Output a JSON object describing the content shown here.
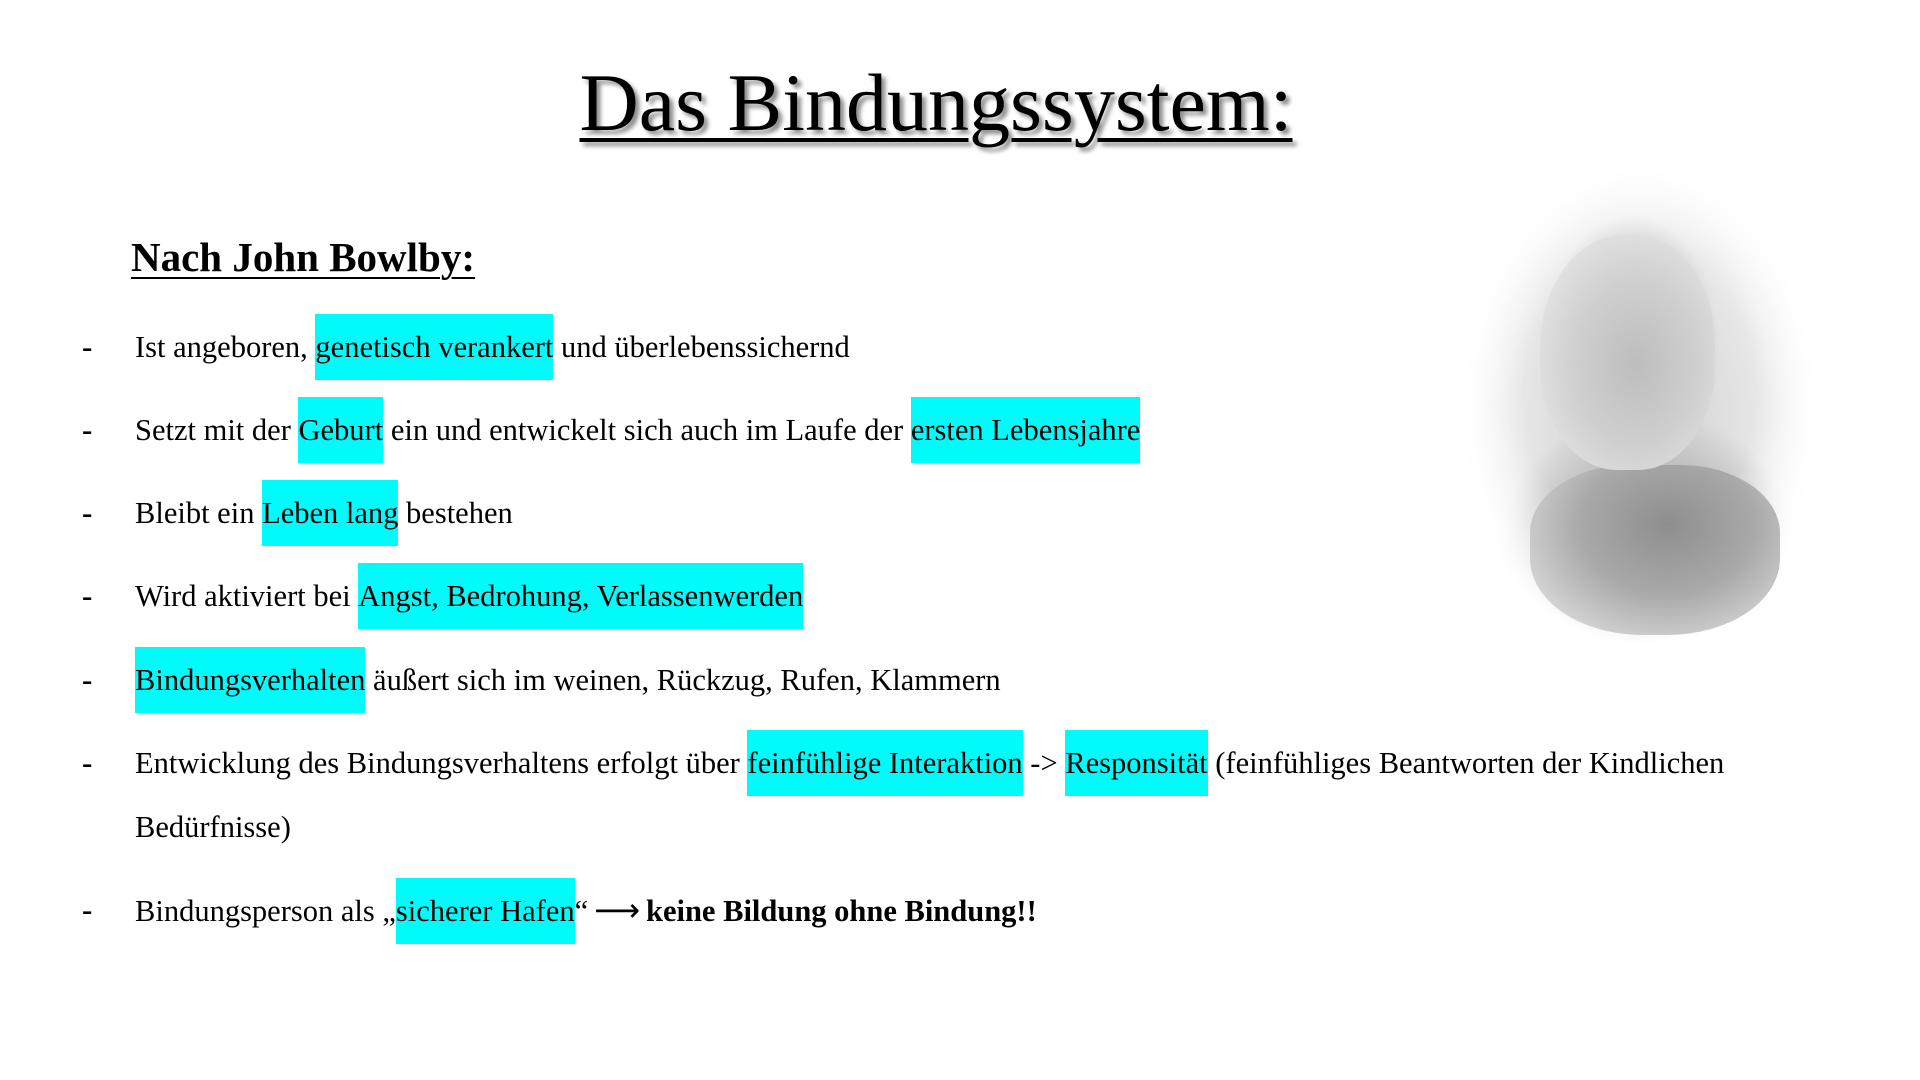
{
  "title": "Das Bindungssystem:",
  "subtitle": "Nach John Bowlby:",
  "bullet_marker": "-",
  "highlight_color": "#00FFFF",
  "bullets": [
    {
      "parts": [
        {
          "text": "Ist angeboren, ",
          "highlight": false
        },
        {
          "text": "genetisch verankert",
          "highlight": true
        },
        {
          "text": " und überlebenssichernd",
          "highlight": false
        }
      ]
    },
    {
      "parts": [
        {
          "text": "Setzt mit der ",
          "highlight": false
        },
        {
          "text": "Geburt",
          "highlight": true
        },
        {
          "text": " ein und entwickelt sich auch im Laufe der ",
          "highlight": false
        },
        {
          "text": "ersten Lebensjahre",
          "highlight": true
        }
      ]
    },
    {
      "parts": [
        {
          "text": "Bleibt ein ",
          "highlight": false
        },
        {
          "text": "Leben lang",
          "highlight": true
        },
        {
          "text": " bestehen",
          "highlight": false
        }
      ]
    },
    {
      "parts": [
        {
          "text": "Wird aktiviert bei ",
          "highlight": false
        },
        {
          "text": "Angst, Bedrohung, Verlassenwerden",
          "highlight": true
        }
      ]
    },
    {
      "parts": [
        {
          "text": "Bindungsverhalten",
          "highlight": true
        },
        {
          "text": " äußert sich im weinen, Rückzug, Rufen, Klammern",
          "highlight": false
        }
      ]
    },
    {
      "parts": [
        {
          "text": "Entwicklung des Bindungsverhaltens erfolgt über ",
          "highlight": false
        },
        {
          "text": "feinfühlige Interaktion",
          "highlight": true
        },
        {
          "text": " -> ",
          "highlight": false
        },
        {
          "text": "Responsität",
          "highlight": true
        },
        {
          "text": " (feinfühliges Beantworten der Kindlichen",
          "highlight": false
        }
      ],
      "continuation": "Bedürfnisse)"
    },
    {
      "parts": [
        {
          "text": "Bindungsperson als „",
          "highlight": false
        },
        {
          "text": "sicherer Hafen",
          "highlight": true
        },
        {
          "text": "“",
          "highlight": false
        }
      ],
      "arrow": "⟶",
      "emphasis": "keine Bildung ohne Bindung!!"
    }
  ],
  "photo": {
    "icon": "portrait-photo",
    "subject": "John Bowlby"
  }
}
